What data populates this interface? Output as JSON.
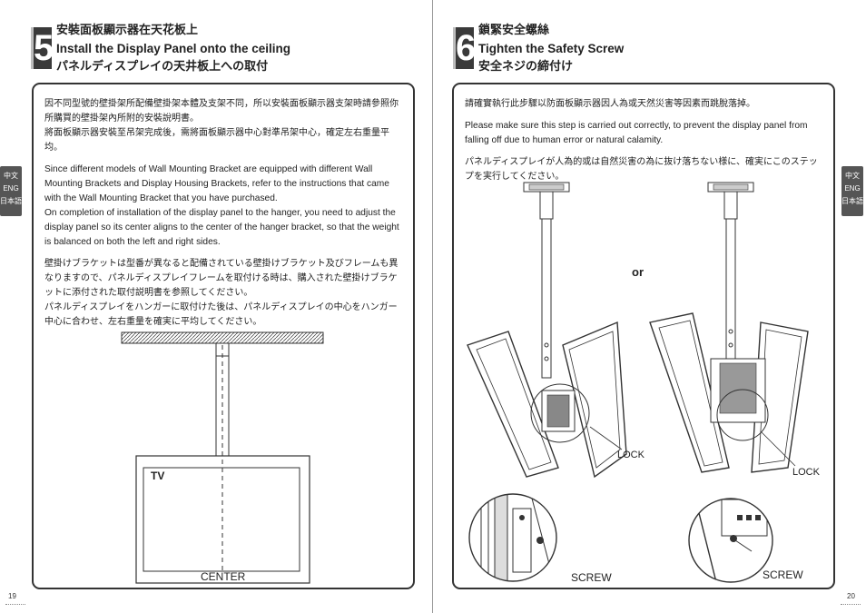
{
  "left_page": {
    "step": "5",
    "title_zh": "安裝面板顯示器在天花板上",
    "title_en": "Install the Display Panel onto the ceiling",
    "title_ja": "パネルディスプレイの天井板上への取付",
    "body_zh_1": "因不同型號的壁掛架所配備壁掛架本體及支架不同，所以安裝面板顯示器支架時請參照你所購買的壁掛架內所附的安裝說明書。",
    "body_zh_2": "將面板顯示器安裝至吊架完成後，需將面板顯示器中心對準吊架中心，確定左右重量平均。",
    "body_en_1": "Since different models of Wall Mounting Bracket are equipped with different Wall Mounting Brackets and Display Housing Brackets, refer to the instructions that came with the Wall Mounting Bracket that you have purchased.",
    "body_en_2": "On completion of installation of the display panel to the hanger, you need to adjust the display panel so its center aligns to the center of the hanger bracket, so that the weight is balanced on both the left and right sides.",
    "body_ja_1": "壁掛けブラケットは型番が異なると配備されている壁掛けブラケット及びフレームも異なりますので、パネルディスプレイフレームを取付ける時は、購入された壁掛けブラケットに添付された取付説明書を参照してください。",
    "body_ja_2": "パネルディスプレイをハンガーに取付けた後は、パネルディスプレイの中心をハンガー中心に合わせ、左右重量を確実に平均してください。",
    "label_tv": "TV",
    "label_center": "CENTER",
    "page_number": "19"
  },
  "right_page": {
    "step": "6",
    "title_zh": "鎖緊安全螺絲",
    "title_en": "Tighten the Safety Screw",
    "title_ja": "安全ネジの締付け",
    "body_zh": "請確實執行此步驟以防面板顯示器因人為或天然災害等因素而跳脫落掉。",
    "body_en": "Please make sure this step is carried out correctly, to prevent the display panel from falling off due to human error or natural calamity.",
    "body_ja": "パネルディスプレイが人為的或は自然災害の為に抜け落ちない様に、確実にこのステップを実行してください。",
    "label_or": "or",
    "label_lock_1": "LOCK",
    "label_lock_2": "LOCK",
    "label_screw_1": "SCREW",
    "label_screw_2": "SCREW",
    "page_number": "20"
  },
  "language_tabs": [
    "中文",
    "ENG",
    "日本語"
  ]
}
